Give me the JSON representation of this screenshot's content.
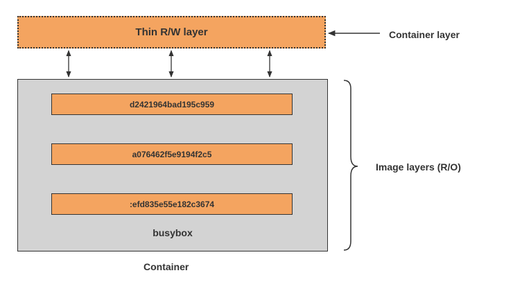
{
  "diagram": {
    "rw_layer_label": "Thin R/W layer",
    "container_layer_label": "Container layer",
    "image_layers": [
      {
        "id": "d2421964bad195c959"
      },
      {
        "id": "a076462f5e9194f2c5"
      },
      {
        "id": ":efd835e55e182c3674"
      }
    ],
    "base_image_label": "busybox",
    "image_layers_label": "Image layers (R/O)",
    "container_label": "Container"
  },
  "colors": {
    "layer_fill": "#f4a460",
    "container_fill": "#d3d3d3",
    "stroke": "#333333"
  }
}
